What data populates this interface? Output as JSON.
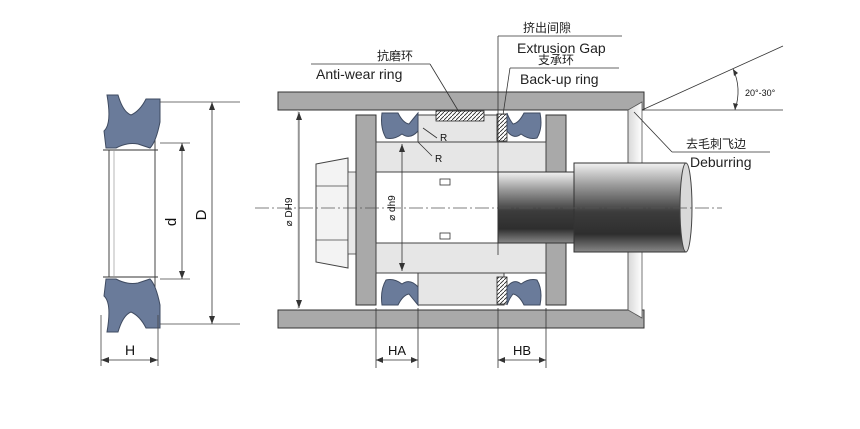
{
  "labels": {
    "extrusion_gap_cn": "挤出间隙",
    "extrusion_gap_en": "Extrusion Gap",
    "backup_ring_cn": "支承环",
    "backup_ring_en": "Back-up ring",
    "antiwear_ring_cn": "抗磨环",
    "antiwear_ring_en": "Anti-wear ring",
    "deburring_cn": "去毛刺飞边",
    "deburring_en": "Deburring",
    "angle": "20°-30°",
    "radius_top": "R",
    "radius_bottom": "R"
  },
  "dimensions": {
    "small_d": "d",
    "big_d": "D",
    "h": "H",
    "bore_dia": "⌀ DH9",
    "rod_dia": "⌀ dh9",
    "ha": "HA",
    "hb": "HB"
  },
  "colors": {
    "seal": "#6a7b9a",
    "metal": "#a9a9a9",
    "rod_light": "#e6e6e6",
    "rod_dark": "#3b3b3b"
  }
}
